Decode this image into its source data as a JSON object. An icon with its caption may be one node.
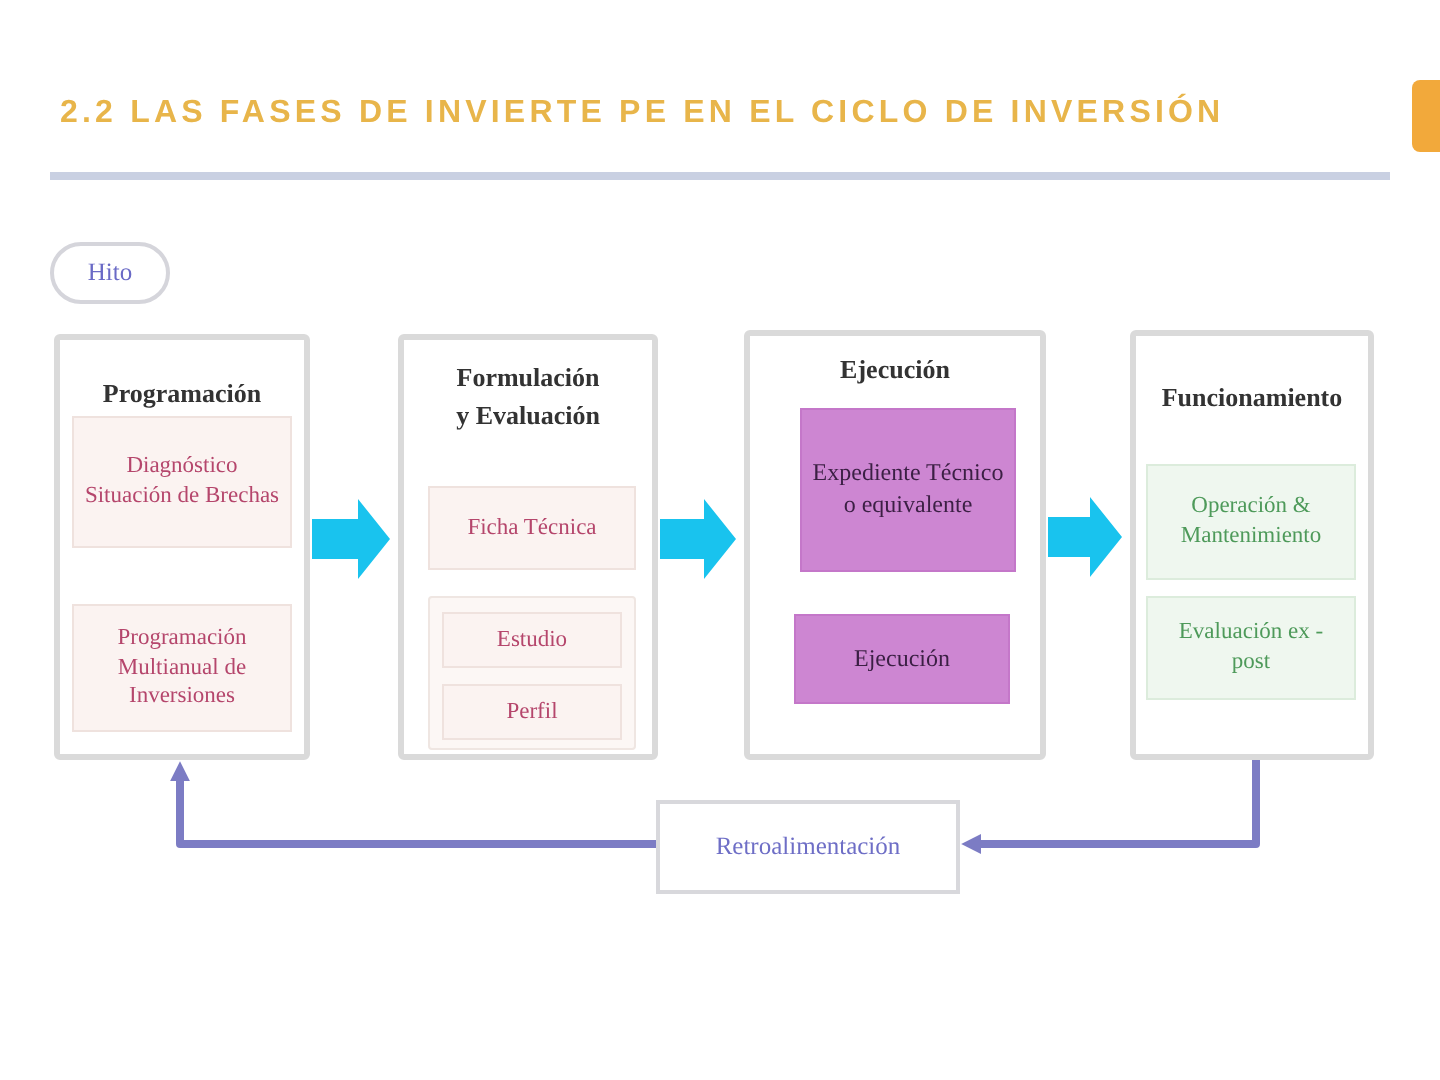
{
  "diagram": {
    "title": "2.2 LAS FASES DE INVIERTE PE EN EL CICLO DE INVERSIÓN",
    "nodes": [
      {
        "text": [
          "Hito"
        ]
      },
      {
        "text": [
          "Programación"
        ]
      },
      {
        "text": [
          "Diagnóstico Situación de Brechas"
        ],
        "in": 1
      },
      {
        "text": [
          "Programación Multianual de Inversiones"
        ],
        "in": 1
      },
      {
        "text": [
          "Formulación y Evaluación"
        ]
      },
      {
        "text": [
          "Ficha Técnica"
        ],
        "in": 4
      },
      {
        "text": [],
        "shape": "box",
        "in": 4
      },
      {
        "text": [
          "Estudio"
        ],
        "in": 6
      },
      {
        "text": [
          "Perfil"
        ],
        "in": 6
      },
      {
        "text": [
          "Ejecución"
        ]
      },
      {
        "text": [
          "Expediente Técnico o equivalente"
        ],
        "in": 9
      },
      {
        "text": [
          "Ejecución"
        ],
        "in": 9
      },
      {
        "text": [
          "Funcionamiento"
        ]
      },
      {
        "text": [
          "Operación & Mantenimiento"
        ],
        "in": 12
      },
      {
        "text": [
          "Evaluación ex - post"
        ],
        "in": 12
      },
      {
        "text": [
          "Retroalimentación"
        ]
      }
    ],
    "edges": [
      {
        "from": 1,
        "to": 4,
        "arrow": "to",
        "style": "thick"
      },
      {
        "from": 4,
        "to": 9,
        "arrow": "to",
        "style": "thick"
      },
      {
        "from": 9,
        "to": 12,
        "arrow": "to",
        "style": "thick"
      },
      {
        "from": 12,
        "to": 15,
        "arrow": "to",
        "color": "#7c7cc4"
      },
      {
        "from": 15,
        "to": 1,
        "arrow": "to",
        "color": "#7c7cc4"
      }
    ]
  }
}
